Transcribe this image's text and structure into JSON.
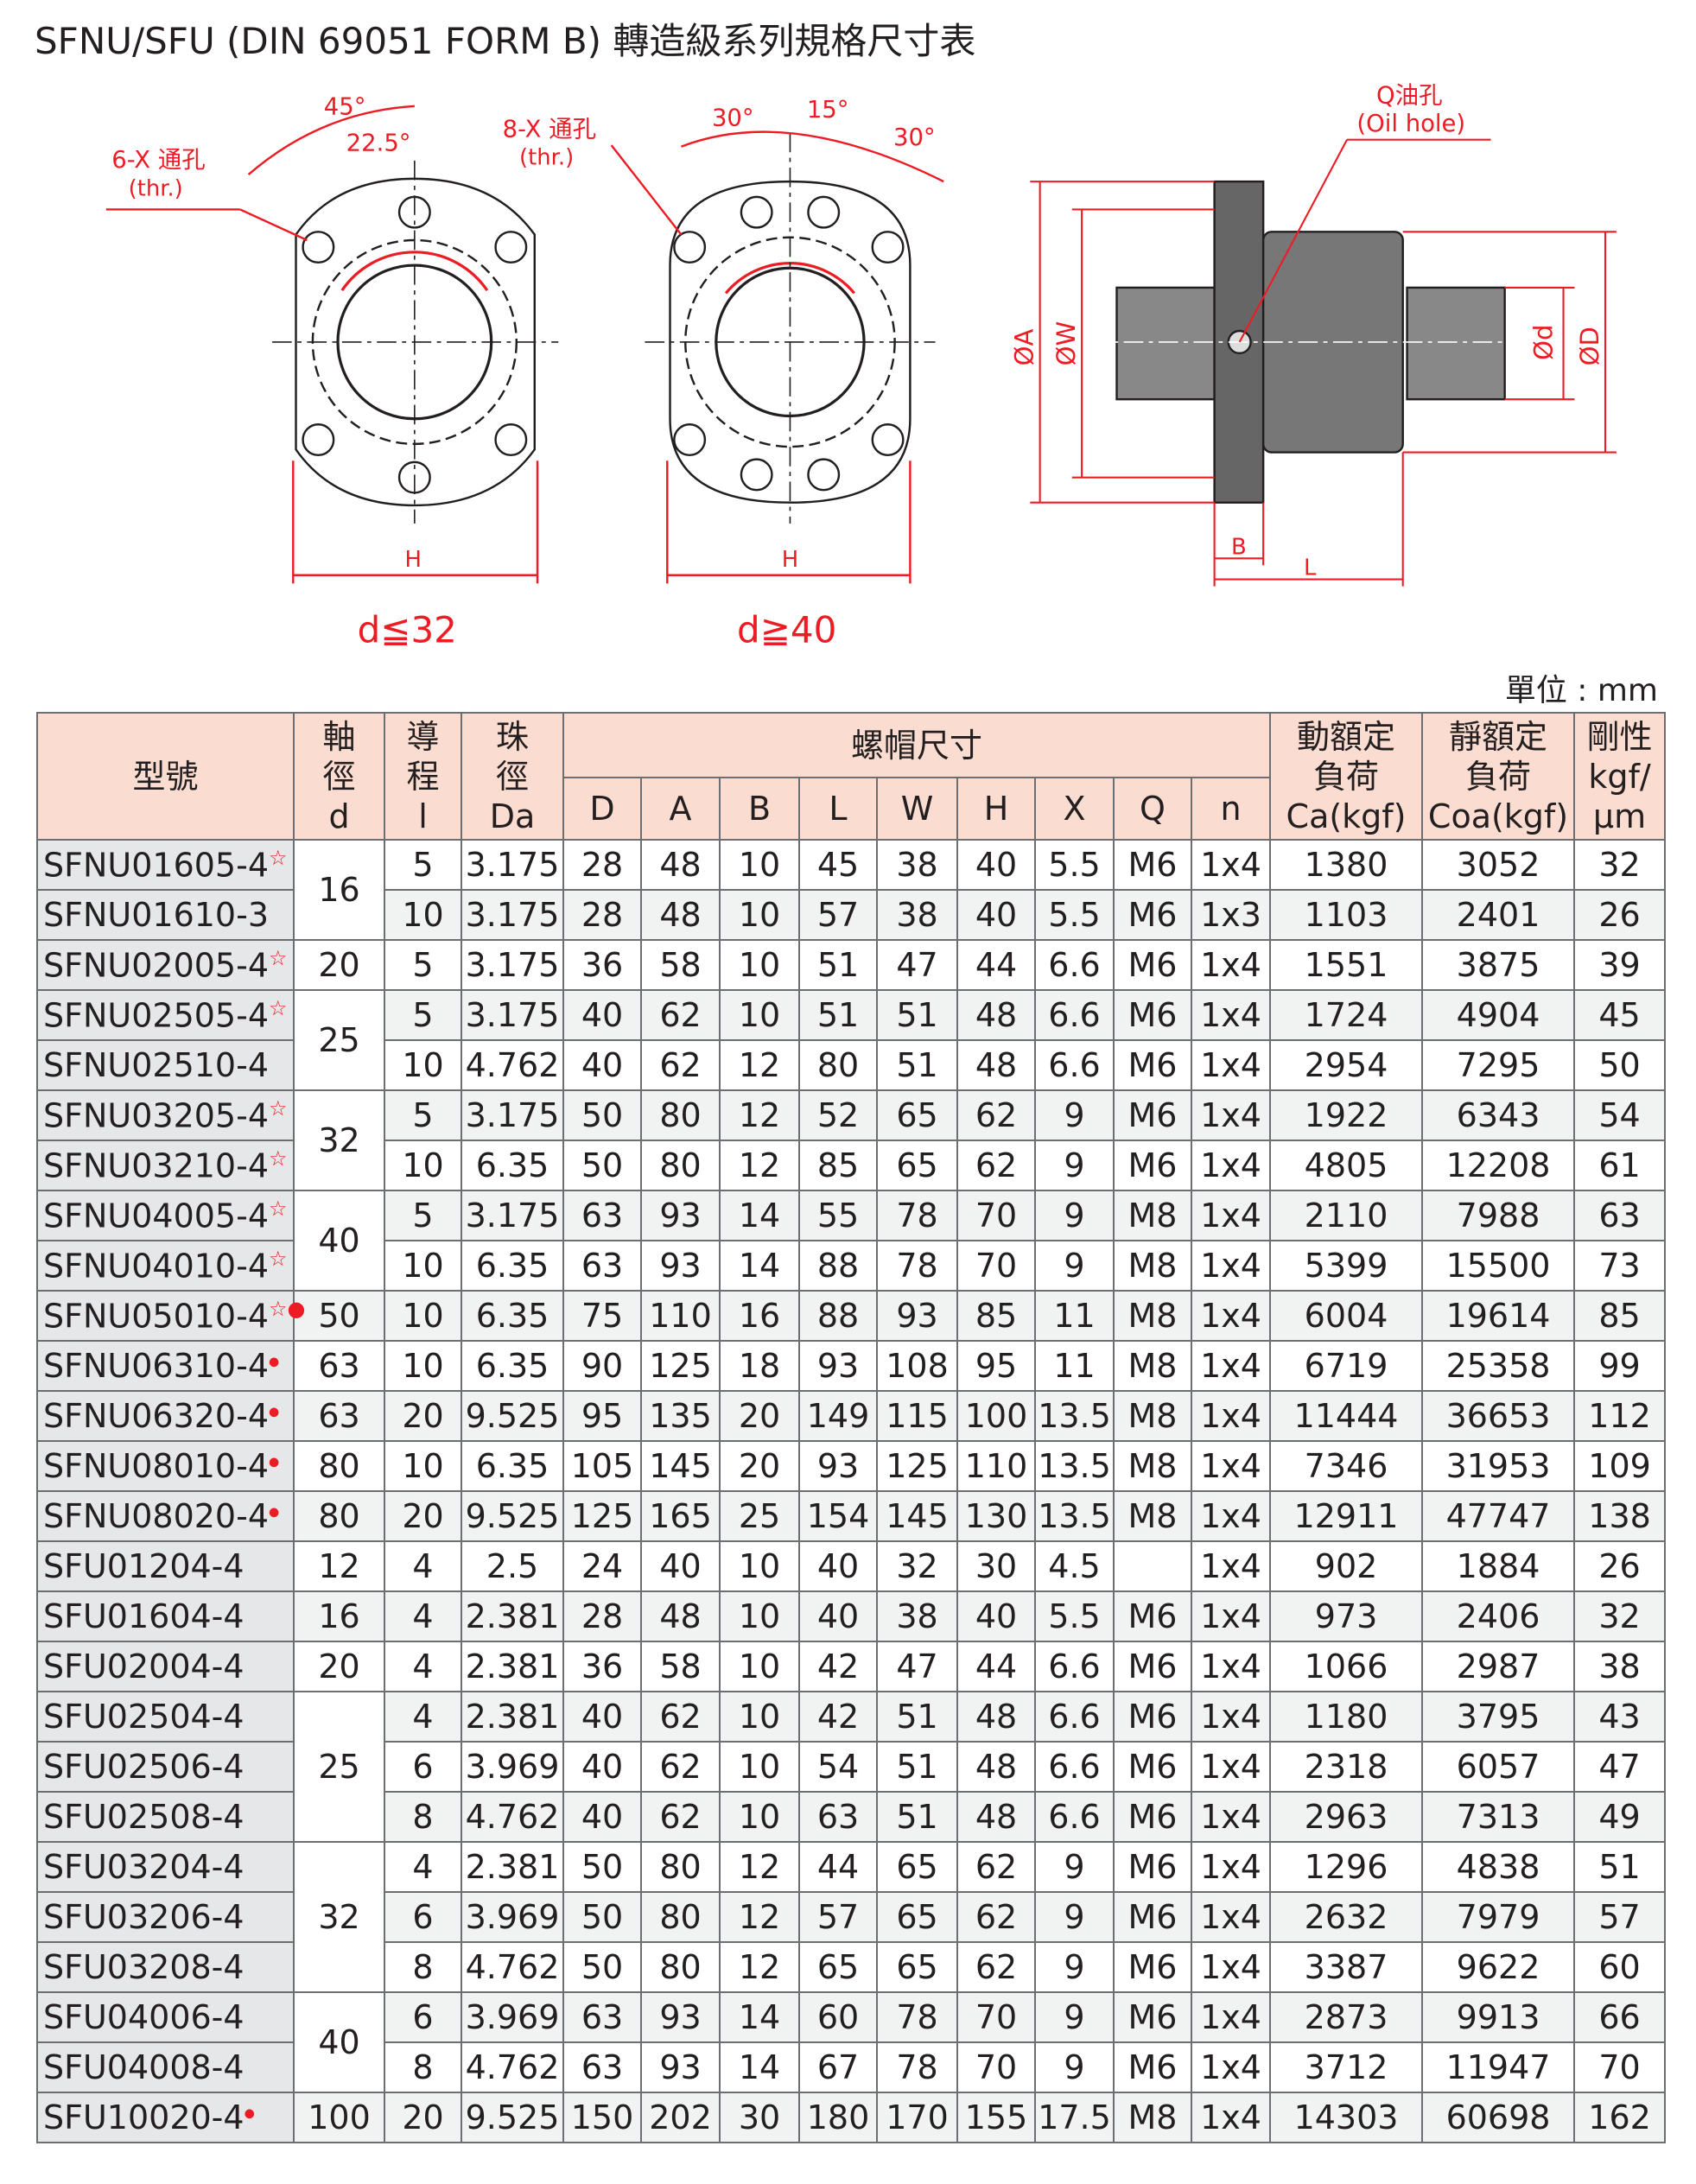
{
  "title": "SFNU/SFU (DIN 69051 FORM B) 轉造級系列規格尺寸表",
  "unit": "單位 : mm",
  "diagram": {
    "left_hole_label": "6-X 通孔",
    "left_thr": "(thr.)",
    "angle_45": "45°",
    "angle_22_5": "22.5°",
    "h_left": "H",
    "caption_left": "d≦32",
    "mid_hole_label": "8-X 通孔",
    "mid_thr": "(thr.)",
    "angle_30a": "30°",
    "angle_15": "15°",
    "angle_30b": "30°",
    "h_mid": "H",
    "caption_mid": "d≧40",
    "q_label": "Q油孔",
    "oil_hole": "(Oil hole)",
    "dim_A": "ØA",
    "dim_W": "ØW",
    "dim_d": "Ød",
    "dim_D": "ØD",
    "dim_B": "B",
    "dim_L": "L",
    "accent": "#ed1c24",
    "line": "#231f20"
  },
  "header": {
    "model": "型號",
    "shaft": [
      "軸",
      "徑",
      "d"
    ],
    "lead": [
      "導",
      "程",
      "l"
    ],
    "ball": [
      "珠",
      "徑",
      "Da"
    ],
    "nut": "螺帽尺寸",
    "nut_cols": [
      "D",
      "A",
      "B",
      "L",
      "W",
      "H",
      "X",
      "Q",
      "n"
    ],
    "ca": [
      "動額定",
      "負荷",
      "Ca(kgf)"
    ],
    "coa": [
      "靜額定",
      "負荷",
      "Coa(kgf)"
    ],
    "rig": [
      "剛性",
      "kgf/",
      "μm"
    ]
  },
  "marks": {
    "star": "☆",
    "dot": "●"
  },
  "rows": [
    [
      "SFNU01605-4",
      "star",
      "16",
      2,
      "5",
      "3.175",
      "28",
      "48",
      "10",
      "45",
      "38",
      "40",
      "5.5",
      "M6",
      "1x4",
      "1380",
      "3052",
      "32"
    ],
    [
      "SFNU01610-3",
      "",
      null,
      0,
      "10",
      "3.175",
      "28",
      "48",
      "10",
      "57",
      "38",
      "40",
      "5.5",
      "M6",
      "1x3",
      "1103",
      "2401",
      "26"
    ],
    [
      "SFNU02005-4",
      "star",
      "20",
      1,
      "5",
      "3.175",
      "36",
      "58",
      "10",
      "51",
      "47",
      "44",
      "6.6",
      "M6",
      "1x4",
      "1551",
      "3875",
      "39"
    ],
    [
      "SFNU02505-4",
      "star",
      "25",
      2,
      "5",
      "3.175",
      "40",
      "62",
      "10",
      "51",
      "51",
      "48",
      "6.6",
      "M6",
      "1x4",
      "1724",
      "4904",
      "45"
    ],
    [
      "SFNU02510-4",
      "",
      null,
      0,
      "10",
      "4.762",
      "40",
      "62",
      "12",
      "80",
      "51",
      "48",
      "6.6",
      "M6",
      "1x4",
      "2954",
      "7295",
      "50"
    ],
    [
      "SFNU03205-4",
      "star",
      "32",
      2,
      "5",
      "3.175",
      "50",
      "80",
      "12",
      "52",
      "65",
      "62",
      "9",
      "M6",
      "1x4",
      "1922",
      "6343",
      "54"
    ],
    [
      "SFNU03210-4",
      "star",
      null,
      0,
      "10",
      "6.35",
      "50",
      "80",
      "12",
      "85",
      "65",
      "62",
      "9",
      "M6",
      "1x4",
      "4805",
      "12208",
      "61"
    ],
    [
      "SFNU04005-4",
      "star",
      "40",
      2,
      "5",
      "3.175",
      "63",
      "93",
      "14",
      "55",
      "78",
      "70",
      "9",
      "M8",
      "1x4",
      "2110",
      "7988",
      "63"
    ],
    [
      "SFNU04010-4",
      "star",
      null,
      0,
      "10",
      "6.35",
      "63",
      "93",
      "14",
      "88",
      "78",
      "70",
      "9",
      "M8",
      "1x4",
      "5399",
      "15500",
      "73"
    ],
    [
      "SFNU05010-4",
      "both",
      "50",
      1,
      "10",
      "6.35",
      "75",
      "110",
      "16",
      "88",
      "93",
      "85",
      "11",
      "M8",
      "1x4",
      "6004",
      "19614",
      "85"
    ],
    [
      "SFNU06310-4",
      "dot",
      "63",
      1,
      "10",
      "6.35",
      "90",
      "125",
      "18",
      "93",
      "108",
      "95",
      "11",
      "M8",
      "1x4",
      "6719",
      "25358",
      "99"
    ],
    [
      "SFNU06320-4",
      "dot",
      "63",
      1,
      "20",
      "9.525",
      "95",
      "135",
      "20",
      "149",
      "115",
      "100",
      "13.5",
      "M8",
      "1x4",
      "11444",
      "36653",
      "112"
    ],
    [
      "SFNU08010-4",
      "dot",
      "80",
      1,
      "10",
      "6.35",
      "105",
      "145",
      "20",
      "93",
      "125",
      "110",
      "13.5",
      "M8",
      "1x4",
      "7346",
      "31953",
      "109"
    ],
    [
      "SFNU08020-4",
      "dot",
      "80",
      1,
      "20",
      "9.525",
      "125",
      "165",
      "25",
      "154",
      "145",
      "130",
      "13.5",
      "M8",
      "1x4",
      "12911",
      "47747",
      "138"
    ],
    [
      "SFU01204-4",
      "",
      "12",
      1,
      "4",
      "2.5",
      "24",
      "40",
      "10",
      "40",
      "32",
      "30",
      "4.5",
      "",
      "1x4",
      "902",
      "1884",
      "26"
    ],
    [
      "SFU01604-4",
      "",
      "16",
      1,
      "4",
      "2.381",
      "28",
      "48",
      "10",
      "40",
      "38",
      "40",
      "5.5",
      "M6",
      "1x4",
      "973",
      "2406",
      "32"
    ],
    [
      "SFU02004-4",
      "",
      "20",
      1,
      "4",
      "2.381",
      "36",
      "58",
      "10",
      "42",
      "47",
      "44",
      "6.6",
      "M6",
      "1x4",
      "1066",
      "2987",
      "38"
    ],
    [
      "SFU02504-4",
      "",
      "25",
      3,
      "4",
      "2.381",
      "40",
      "62",
      "10",
      "42",
      "51",
      "48",
      "6.6",
      "M6",
      "1x4",
      "1180",
      "3795",
      "43"
    ],
    [
      "SFU02506-4",
      "",
      null,
      0,
      "6",
      "3.969",
      "40",
      "62",
      "10",
      "54",
      "51",
      "48",
      "6.6",
      "M6",
      "1x4",
      "2318",
      "6057",
      "47"
    ],
    [
      "SFU02508-4",
      "",
      null,
      0,
      "8",
      "4.762",
      "40",
      "62",
      "10",
      "63",
      "51",
      "48",
      "6.6",
      "M6",
      "1x4",
      "2963",
      "7313",
      "49"
    ],
    [
      "SFU03204-4",
      "",
      "32",
      3,
      "4",
      "2.381",
      "50",
      "80",
      "12",
      "44",
      "65",
      "62",
      "9",
      "M6",
      "1x4",
      "1296",
      "4838",
      "51"
    ],
    [
      "SFU03206-4",
      "",
      null,
      0,
      "6",
      "3.969",
      "50",
      "80",
      "12",
      "57",
      "65",
      "62",
      "9",
      "M6",
      "1x4",
      "2632",
      "7979",
      "57"
    ],
    [
      "SFU03208-4",
      "",
      null,
      0,
      "8",
      "4.762",
      "50",
      "80",
      "12",
      "65",
      "65",
      "62",
      "9",
      "M6",
      "1x4",
      "3387",
      "9622",
      "60"
    ],
    [
      "SFU04006-4",
      "",
      "40",
      2,
      "6",
      "3.969",
      "63",
      "93",
      "14",
      "60",
      "78",
      "70",
      "9",
      "M6",
      "1x4",
      "2873",
      "9913",
      "66"
    ],
    [
      "SFU04008-4",
      "",
      null,
      0,
      "8",
      "4.762",
      "63",
      "93",
      "14",
      "67",
      "78",
      "70",
      "9",
      "M6",
      "1x4",
      "3712",
      "11947",
      "70"
    ],
    [
      "SFU10020-4",
      "dot",
      "100",
      1,
      "20",
      "9.525",
      "150",
      "202",
      "30",
      "180",
      "170",
      "155",
      "17.5",
      "M8",
      "1x4",
      "14303",
      "60698",
      "162"
    ]
  ]
}
